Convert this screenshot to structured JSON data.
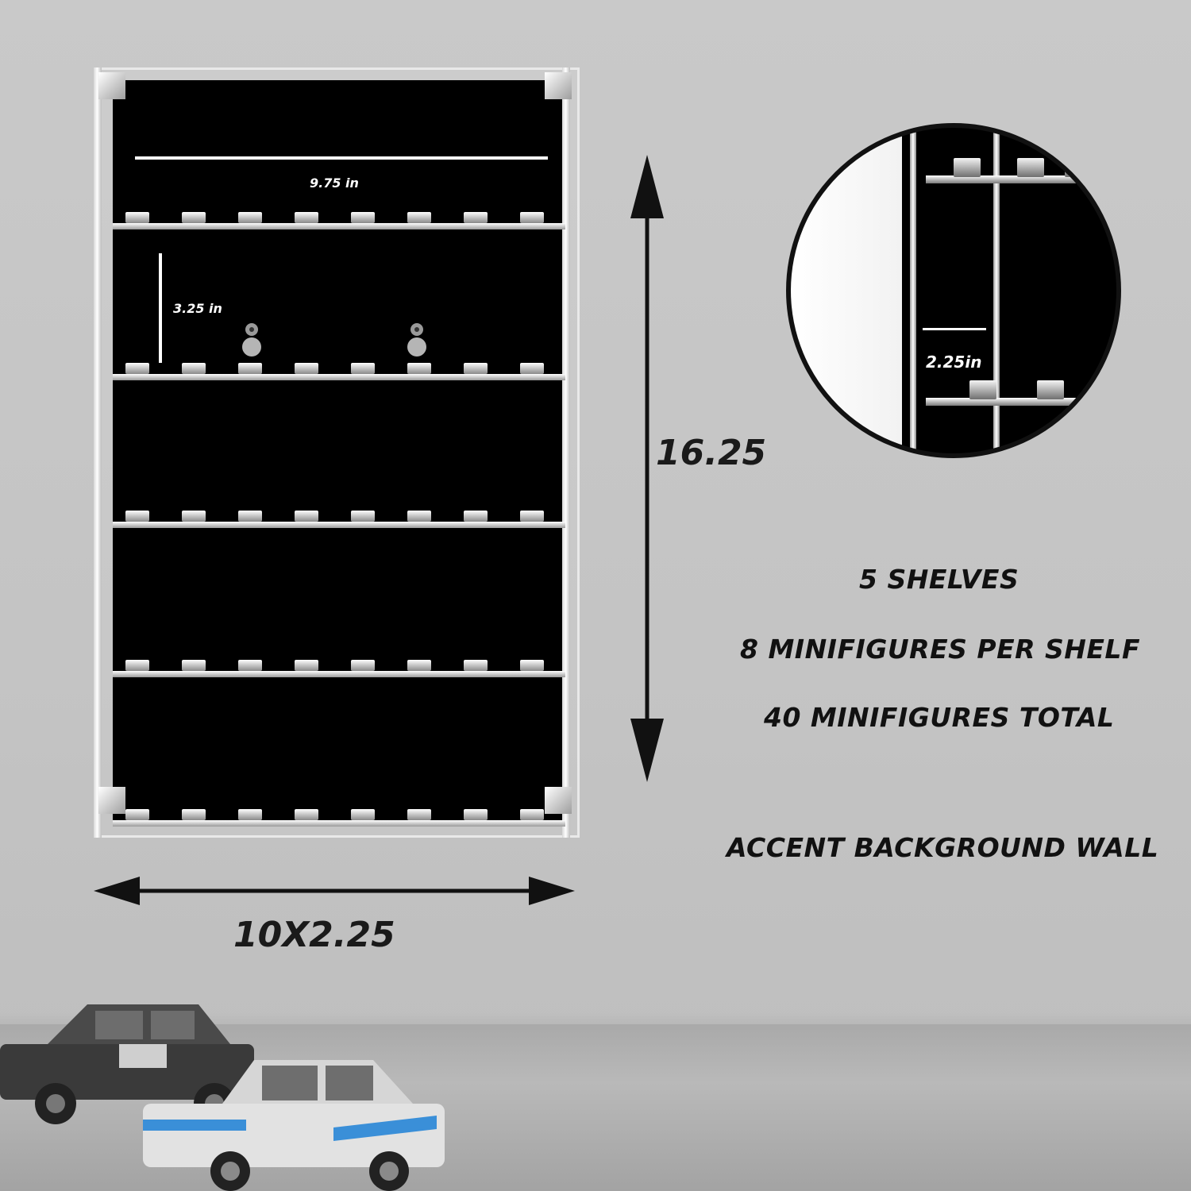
{
  "case": {
    "width_label": "9.75 in",
    "height_label": "3.25 in"
  },
  "zoom": {
    "depth_label": "2.25in"
  },
  "dimensions": {
    "height": "16.25",
    "width_depth": "10X2.25"
  },
  "features": [
    "5 SHELVES",
    "8 MINIFIGURES PER SHELF",
    "40 MINIFIGURES TOTAL",
    "ACCENT BACKGROUND WALL"
  ],
  "colors": {
    "wall": "#c6c6c6",
    "case_back": "#000000",
    "acrylic": "#ffffff",
    "text_dark": "#111111",
    "car_stripe": "#3a8fd8"
  },
  "icons": [
    "double-arrow-vertical-icon",
    "double-arrow-horizontal-icon"
  ]
}
